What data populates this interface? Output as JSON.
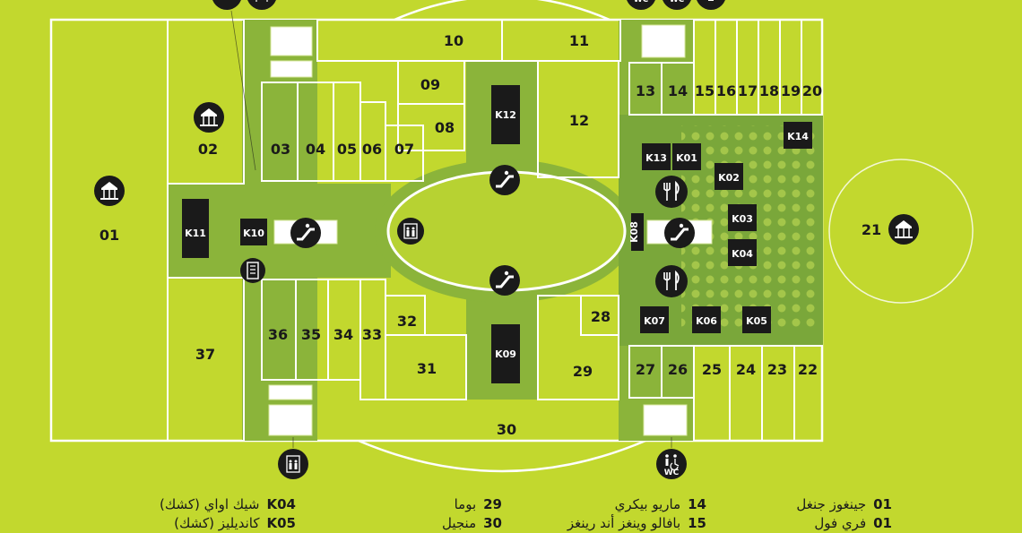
{
  "colors": {
    "background": "#c2d82e",
    "corridor": "#8bb43a",
    "food_court": "#7aa73a",
    "kiosk": "#1a1a1a",
    "outline": "#ffffff"
  },
  "units": {
    "u01": "01",
    "u02": "02",
    "u03": "03",
    "u04": "04",
    "u05": "05",
    "u06": "06",
    "u07": "07",
    "u08": "08",
    "u09": "09",
    "u10": "10",
    "u11": "11",
    "u12": "12",
    "u13": "13",
    "u14": "14",
    "u15": "15",
    "u16": "16",
    "u17": "17",
    "u18": "18",
    "u19": "19",
    "u20": "20",
    "u21": "21",
    "u22": "22",
    "u23": "23",
    "u24": "24",
    "u25": "25",
    "u26": "26",
    "u27": "27",
    "u28": "28",
    "u29": "29",
    "u30": "30",
    "u31": "31",
    "u32": "32",
    "u33": "33",
    "u34": "34",
    "u35": "35",
    "u36": "36",
    "u37": "37"
  },
  "kiosks": {
    "k01": "K01",
    "k02": "K02",
    "k03": "K03",
    "k04": "K04",
    "k05": "K05",
    "k06": "K06",
    "k07": "K07",
    "k08": "K08",
    "k09": "K09",
    "k10": "K10",
    "k11": "K11",
    "k12": "K12",
    "k13": "K13",
    "k14": "K14"
  },
  "icons": {
    "wc_label": "WC",
    "semantic": [
      "carousel-icon",
      "escalator-icon",
      "restroom-icon",
      "restaurant-icon",
      "accessible-wc-icon",
      "vending-machine-icon",
      "elevator-icon"
    ]
  },
  "legend": {
    "col1": [
      {
        "code": "K04",
        "name": "شيك اواي (كشك)"
      },
      {
        "code": "K05",
        "name": "كانديليز (كشك)"
      }
    ],
    "col2": [
      {
        "code": "29",
        "name": "بوما"
      },
      {
        "code": "30",
        "name": "منجيل"
      }
    ],
    "col3": [
      {
        "code": "14",
        "name": "ماريو بيكري"
      },
      {
        "code": "15",
        "name": "بافالو وينغز أند رينغز"
      }
    ],
    "col4": [
      {
        "code": "01",
        "name": "جينغوز جنغل"
      },
      {
        "code": "01",
        "name": "فري فول"
      }
    ]
  }
}
